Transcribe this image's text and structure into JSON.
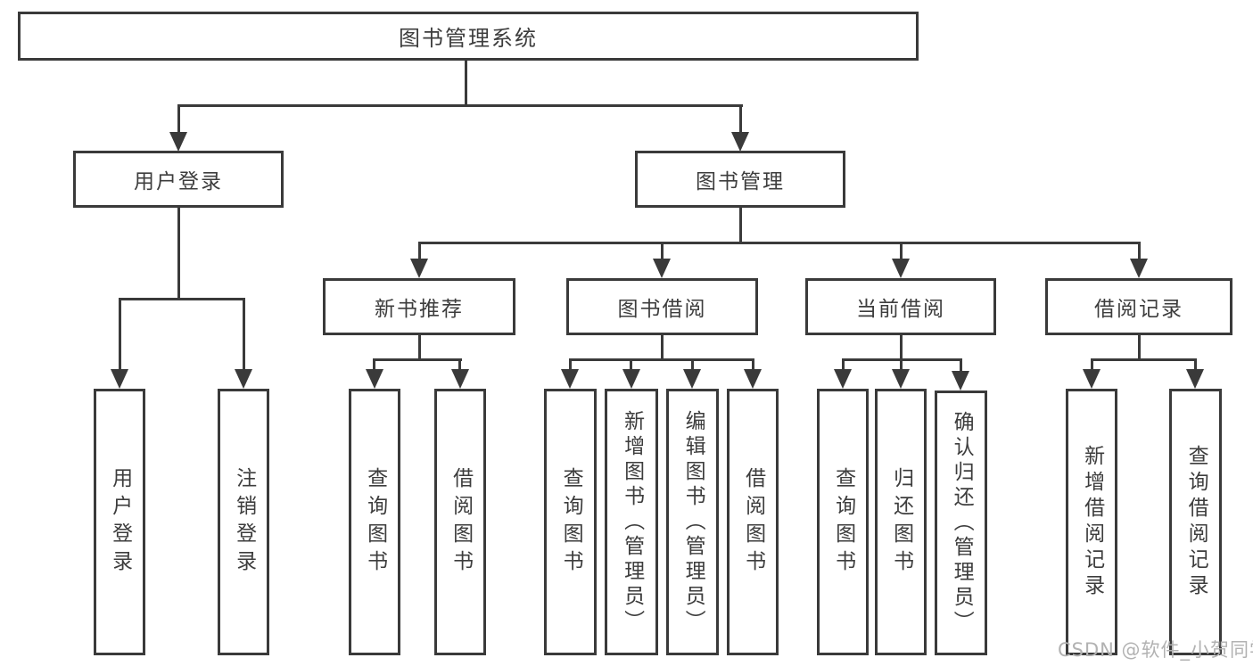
{
  "tree": {
    "label": "图书管理系统",
    "children": [
      {
        "label": "用户登录",
        "children": [
          {
            "label": "用户登录"
          },
          {
            "label": "注销登录"
          }
        ]
      },
      {
        "label": "图书管理",
        "children": [
          {
            "label": "新书推荐",
            "children": [
              {
                "label": "查询图书"
              },
              {
                "label": "借阅图书"
              }
            ]
          },
          {
            "label": "图书借阅",
            "children": [
              {
                "label": "查询图书"
              },
              {
                "label": "新增图书（管理员）"
              },
              {
                "label": "编辑图书（管理员）"
              },
              {
                "label": "借阅图书"
              }
            ]
          },
          {
            "label": "当前借阅",
            "children": [
              {
                "label": "查询图书"
              },
              {
                "label": "归还图书"
              },
              {
                "label": "确认归还（管理员）"
              }
            ]
          },
          {
            "label": "借阅记录",
            "children": [
              {
                "label": "新增借阅记录"
              },
              {
                "label": "查询借阅记录"
              }
            ]
          }
        ]
      }
    ]
  },
  "watermark": {
    "text": "CSDN @软件_小贺同学"
  },
  "colors": {
    "line": "#3a3a3a",
    "box_border": "#3a3a3a",
    "text": "#3d3d3d",
    "background": "#ffffff",
    "watermark": "#b2b2b2"
  }
}
